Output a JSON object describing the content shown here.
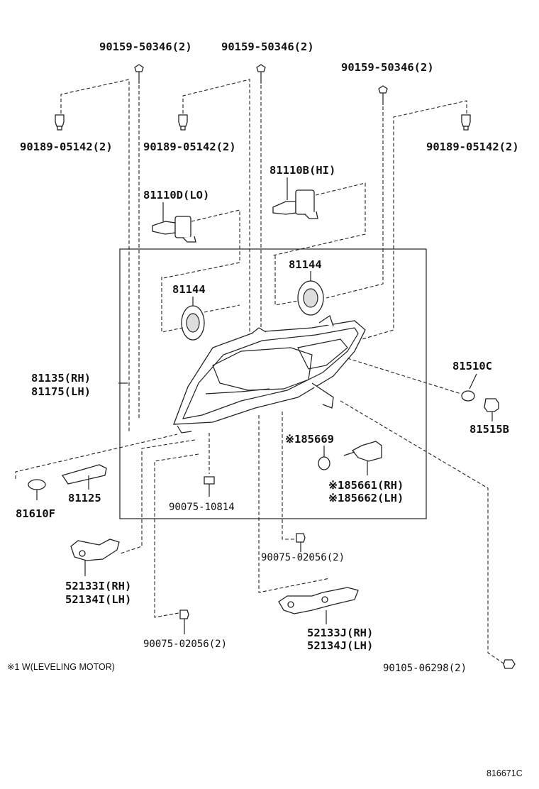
{
  "labels": {
    "bolt_a": "90159-50346(2)",
    "bolt_b": "90159-50346(2)",
    "bolt_c": "90159-50346(2)",
    "nut_a": "90189-05142(2)",
    "nut_b": "90189-05142(2)",
    "nut_c": "90189-05142(2)",
    "bulb_hi": "81110B(HI)",
    "bulb_lo": "81110D(LO)",
    "cap_1": "81144",
    "cap_2": "81144",
    "unit_rh": "81135(RH)",
    "unit_lh": "81175(LH)",
    "bulb_81510c": "81510C",
    "socket_81515b": "81515B",
    "part_85669": "※185669",
    "motor_rh": "※185661(RH)",
    "motor_lh": "※185662(LH)",
    "part_81125": "81125",
    "bulb_81610f": "81610F",
    "grommet": "90075-10814",
    "screw_mid": "90075-02056(2)",
    "screw_low": "90075-02056(2)",
    "bracket_i_rh": "52133I(RH)",
    "bracket_i_lh": "52134I(LH)",
    "bracket_j_rh": "52133J(RH)",
    "bracket_j_lh": "52134J(LH)",
    "screw_bottom": "90105-06298(2)"
  },
  "footnote": "※1  W(LEVELING MOTOR)",
  "figure_code": "816671C"
}
